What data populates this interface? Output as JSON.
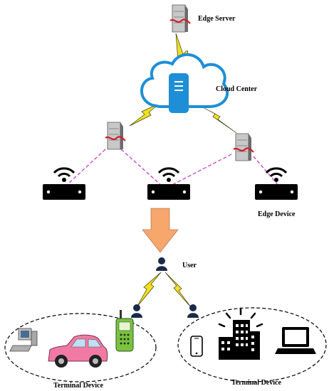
{
  "labels": {
    "edge_server": "Edge Server",
    "cloud_center": "Cloud Center",
    "edge_device": "Edge Device",
    "user": "User",
    "terminal_device_left": "Terminal Device",
    "terminal_device_right": "Terminal Device"
  },
  "colors": {
    "cloud": "#1e8fd6",
    "link_dashed": "#c030c8",
    "lightning": "#f0e020",
    "arrow": "#f7a66c",
    "car": "#f07aa4",
    "phone": "#7cc242"
  },
  "icons": [
    "server-icon",
    "cloud-icon",
    "router-icon",
    "lightning-icon",
    "down-arrow-icon",
    "person-icon",
    "computer-icon",
    "car-icon",
    "mobile-phone-icon",
    "smartphone-icon",
    "building-icon",
    "laptop-icon"
  ]
}
